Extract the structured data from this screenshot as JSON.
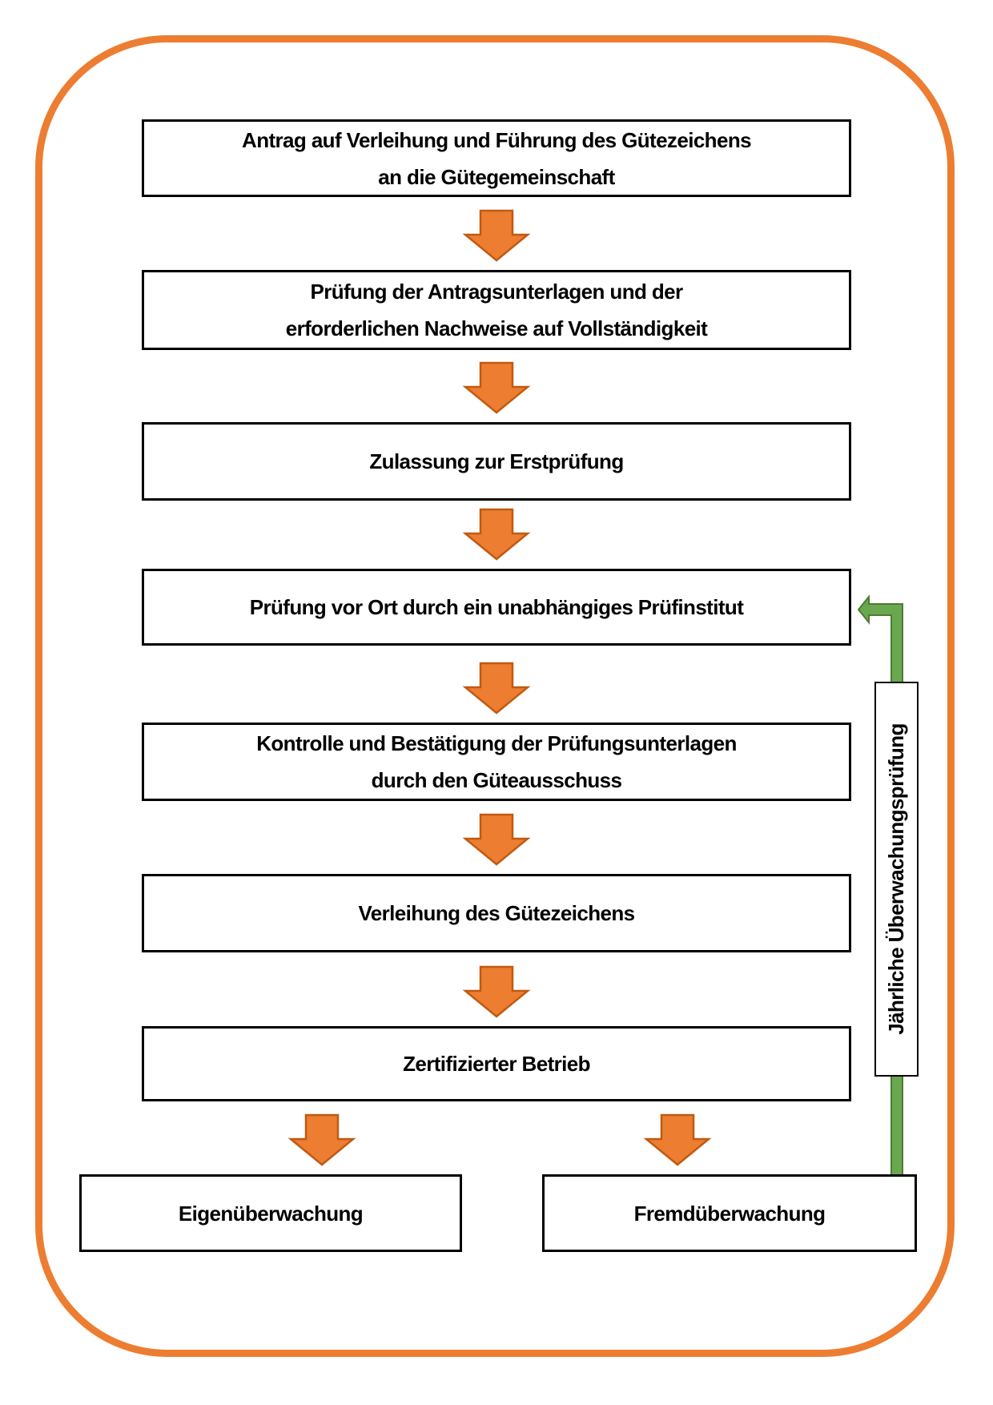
{
  "colors": {
    "orange": "#ED7D31",
    "orange-dark": "#C05A11",
    "green": "#6AA84F",
    "green-dark": "#4E7B31",
    "ink": "#000000"
  },
  "diagram": {
    "steps": [
      {
        "lines": [
          "Antrag auf Verleihung und Führung des Gütezeichens",
          "an die Gütegemeinschaft"
        ]
      },
      {
        "lines": [
          "Prüfung der Antragsunterlagen und der",
          "erforderlichen Nachweise auf Vollständigkeit"
        ]
      },
      {
        "lines": [
          "Zulassung zur Erstprüfung"
        ]
      },
      {
        "lines": [
          "Prüfung vor Ort durch ein unabhängiges Prüfinstitut"
        ]
      },
      {
        "lines": [
          "Kontrolle und Bestätigung der Prüfungsunterlagen",
          "durch den Güteausschuss"
        ]
      },
      {
        "lines": [
          "Verleihung des Gütezeichens"
        ]
      },
      {
        "lines": [
          "Zertifizierter Betrieb"
        ]
      }
    ],
    "branches": [
      {
        "label": "Eigenüberwachung"
      },
      {
        "label": "Fremdüberwachung"
      }
    ],
    "annual_label": "Jährliche Überwachungsprüfung"
  }
}
